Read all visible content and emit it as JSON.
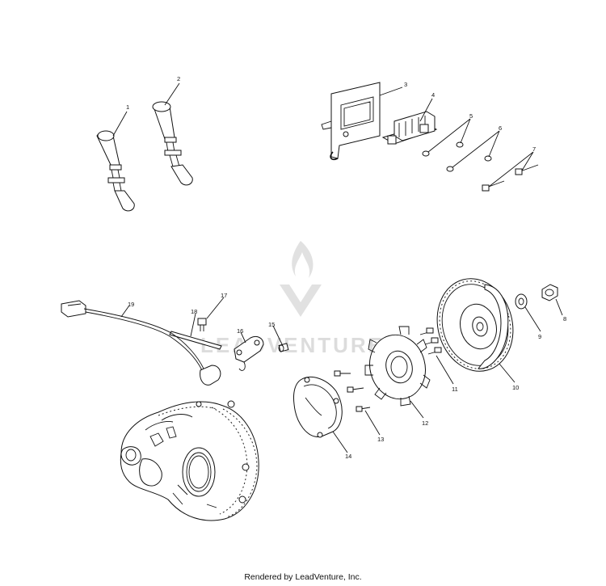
{
  "diagram": {
    "part_labels": [
      "1",
      "2",
      "3",
      "4",
      "5",
      "6",
      "7",
      "8",
      "9",
      "10",
      "11",
      "12",
      "13",
      "14",
      "15",
      "16",
      "17",
      "18",
      "19"
    ]
  },
  "watermark": {
    "text": "LEADVENTURE",
    "icon": "flame-v-logo-icon"
  },
  "footer": {
    "credit": "Rendered by LeadVenture, Inc."
  }
}
